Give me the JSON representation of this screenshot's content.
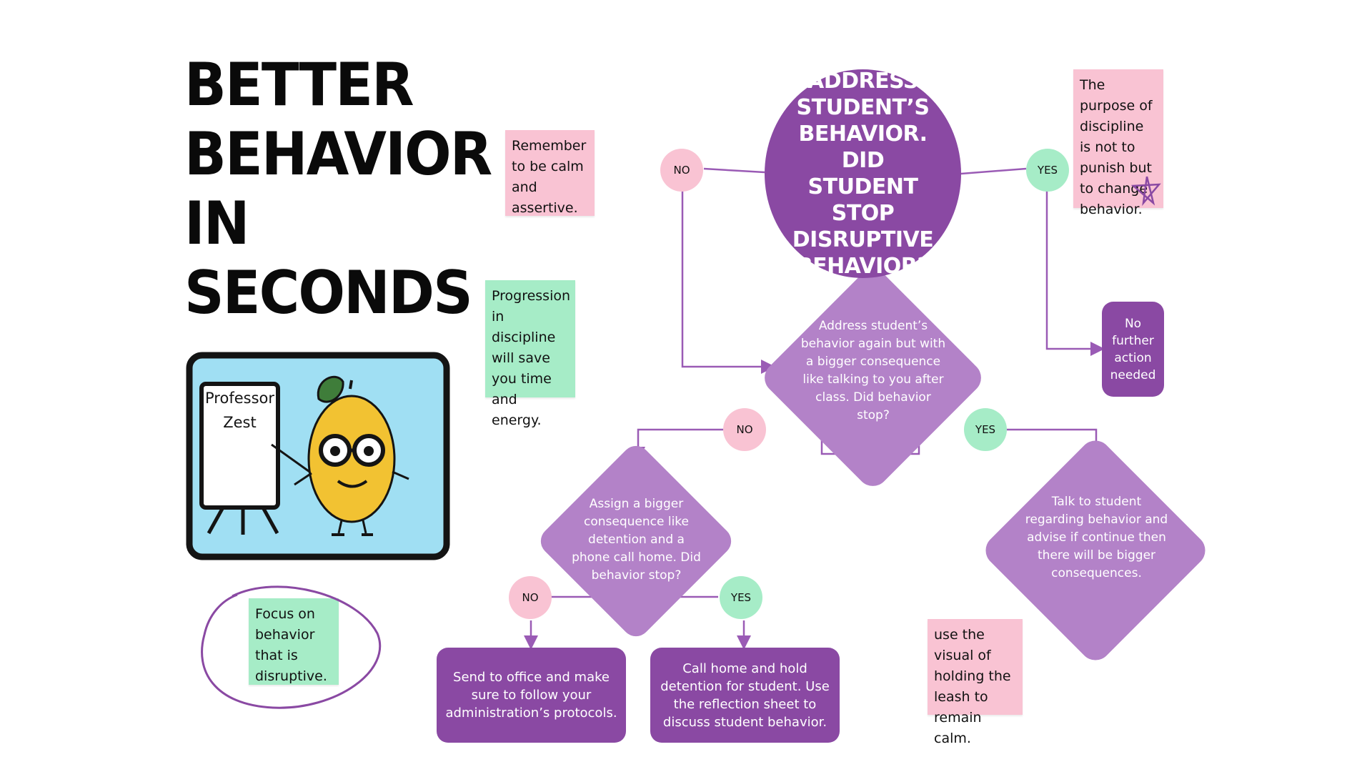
{
  "title_lines": [
    "BETTER",
    "BEHAVIOR",
    "IN",
    "SECONDS"
  ],
  "notes": {
    "calm": "Remember to be calm and assertive.",
    "progression": "Progression in discipline will save you time and energy.",
    "purpose": "The purpose of discipline is not to punish but to change behavior.",
    "focus": "Focus on behavior that is disruptive.",
    "leash": "use the visual of holding the leash to remain calm."
  },
  "illustration": {
    "board_text": [
      "Professor",
      "Zest"
    ]
  },
  "flow": {
    "start": "ADDRESS STUDENT’S BEHAVIOR. DID STUDENT STOP DISRUPTIVE BEHAVIOR?",
    "step2": "Address student’s behavior again but with a bigger consequence like talking to you after class. Did behavior stop?",
    "step3": "Assign a bigger consequence like detention and a phone call home. Did behavior stop?",
    "talk": "Talk to student regarding behavior and advise if continue then there will be bigger consequences.",
    "no_further": "No further action needed",
    "office": "Send to office and make sure to follow your administration’s protocols.",
    "call_home": "Call home and hold detention for student. Use the reflection sheet to discuss student behavior."
  },
  "labels": {
    "no": "NO",
    "yes": "YES"
  },
  "colors": {
    "dark_purple": "#8a49a3",
    "light_purple": "#b382c8",
    "note_pink": "#f9c3d3",
    "note_green": "#a6ecc7",
    "line": "#9a5bb5",
    "screen_blue": "#a0dff3"
  }
}
